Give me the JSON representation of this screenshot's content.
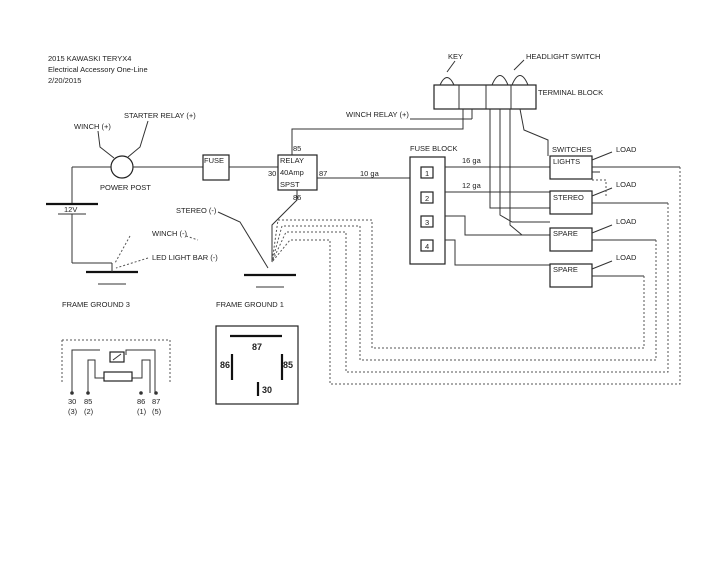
{
  "title": {
    "line1": "2015 KAWASKI TERYX4",
    "line2": "Electrical Accessory One-Line",
    "line3": "2/20/2015"
  },
  "labels": {
    "key": "KEY",
    "headlight_switch": "HEADLIGHT SWITCH",
    "terminal_block": "TERMINAL BLOCK",
    "winch_relay": "WINCH RELAY (+)",
    "starter_relay": "STARTER RELAY (+)",
    "winch_plus": "WINCH (+)",
    "power_post": "POWER POST",
    "battery": "12V",
    "fuse": "FUSE",
    "relay_line1": "RELAY",
    "relay_line2": "40Amp",
    "relay_line3": "SPST",
    "relay_85": "85",
    "relay_30": "30",
    "relay_87": "87",
    "relay_86": "86",
    "gauge_10": "10 ga",
    "fuse_block": "FUSE BLOCK",
    "fuse_1": "1",
    "fuse_2": "2",
    "fuse_3": "3",
    "fuse_4": "4",
    "gauge_16": "16 ga",
    "gauge_12": "12 ga",
    "switches": "SWITCHES",
    "lights": "LIGHTS",
    "stereo": "STEREO",
    "spare_1": "SPARE",
    "spare_2": "SPARE",
    "load_1": "LOAD",
    "load_2": "LOAD",
    "load_3": "LOAD",
    "load_4": "LOAD",
    "stereo_minus": "STEREO (-)",
    "winch_minus": "WINCH (-)",
    "led_light_bar": "LED LIGHT BAR (-)",
    "frame_ground_3": "FRAME GROUND 3",
    "frame_ground_1": "FRAME GROUND 1",
    "pin_30": "30",
    "pin_85": "85",
    "pin_86": "86",
    "pin_87": "87",
    "pin_3": "(3)",
    "pin_2": "(2)",
    "pin_1": "(1)",
    "pin_5": "(5)",
    "socket_87": "87",
    "socket_86": "86",
    "socket_85": "85",
    "socket_30": "30"
  }
}
